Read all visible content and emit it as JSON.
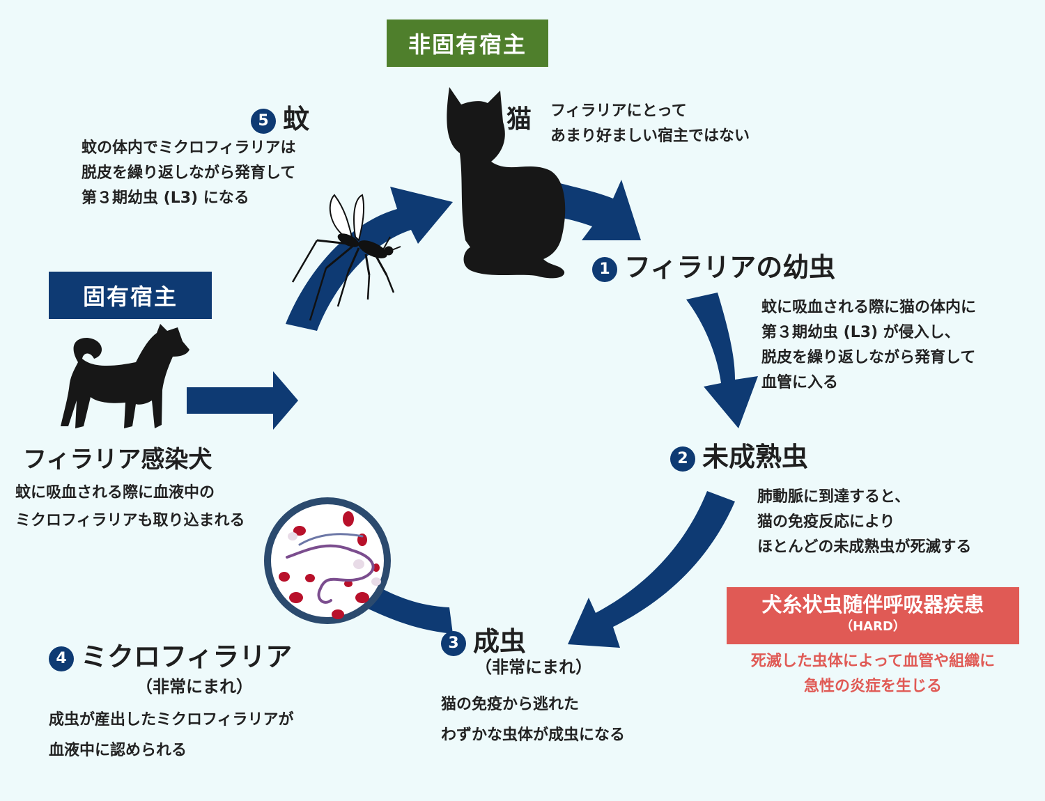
{
  "non_definitive_host": {
    "label": "非固有宿主"
  },
  "definitive_host": {
    "label": "固有宿主"
  },
  "cat": {
    "title": "猫",
    "desc_lines": [
      "フィラリアにとって",
      "あまり好ましい宿主ではない"
    ]
  },
  "dog": {
    "title": "フィラリア感染犬",
    "desc_lines": [
      "蚊に吸血される際に血液中の",
      "ミクロフィラリアも取り込まれる"
    ]
  },
  "steps": [
    {
      "number": "1",
      "title": "フィラリアの幼虫",
      "desc_lines": [
        "蚊に吸血される際に猫の体内に",
        "第３期幼虫 (L3) が侵入し、",
        "脱皮を繰り返しながら発育して",
        "血管に入る"
      ]
    },
    {
      "number": "2",
      "title": "未成熟虫",
      "desc_lines": [
        "肺動脈に到達すると、",
        "猫の免疫反応により",
        "ほとんどの未成熟虫が死滅する"
      ]
    },
    {
      "number": "3",
      "title": "成虫",
      "subtitle": "（非常にまれ）",
      "desc_lines": [
        "猫の免疫から逃れた",
        "わずかな虫体が成虫になる"
      ]
    },
    {
      "number": "4",
      "title": "ミクロフィラリア",
      "subtitle": "（非常にまれ）",
      "desc_lines": [
        "成虫が産出したミクロフィラリアが",
        "血液中に認められる"
      ]
    },
    {
      "number": "5",
      "title": "蚊",
      "desc_lines": [
        "蚊の体内でミクロフィラリアは",
        "脱皮を繰り返しながら発育して",
        "第３期幼虫 (L3) になる"
      ]
    }
  ],
  "harddisease": {
    "title": "犬糸状虫随伴呼吸器疾患",
    "subtitle": "（HARD）",
    "desc_lines": [
      "死滅した虫体によって血管や組織に",
      "急性の炎症を生じる"
    ]
  },
  "icons": [
    "cat-silhouette-icon",
    "dog-silhouette-icon",
    "mosquito-icon",
    "magnifier-blood-icon",
    "arrow-icon"
  ],
  "colors": {
    "navy": "#0e3a73",
    "green": "#4f7f2c",
    "red": "#e05a55",
    "background": "#eefafb"
  }
}
